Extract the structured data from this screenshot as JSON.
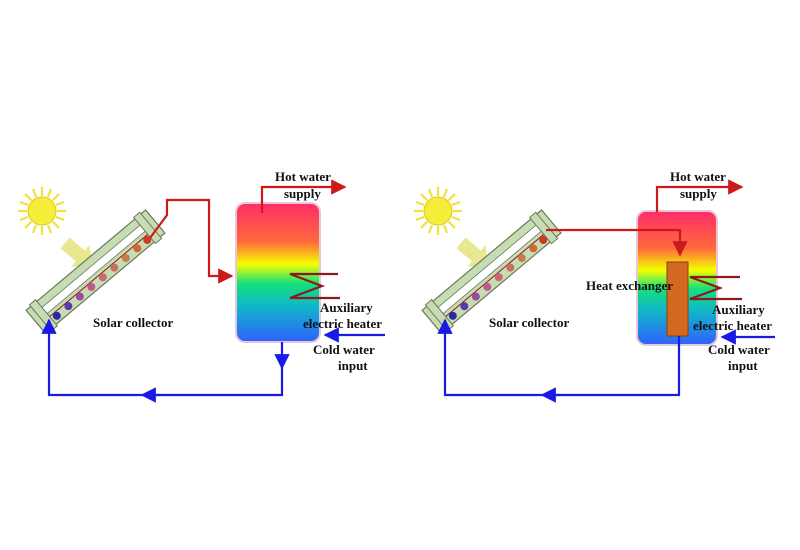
{
  "colors": {
    "hot_pipe": "#cc1a1a",
    "cold_pipe": "#1a1ae6",
    "collector_frame": "#c8dcb4",
    "heat_exchanger": "#d2691e",
    "heater_coil": "#8b1a1a",
    "sun": "#f0e040",
    "sun_arrow": "#e8e890"
  },
  "left": {
    "labels": {
      "hot_water": "Hot water",
      "supply": "supply",
      "auxiliary": "Auxiliary",
      "electric_heater": "electric heater",
      "solar_collector": "Solar collector",
      "cold_water": "Cold water",
      "input": "input"
    }
  },
  "right": {
    "labels": {
      "hot_water": "Hot water",
      "supply": "supply",
      "auxiliary": "Auxiliary",
      "electric_heater": "electric heater",
      "solar_collector": "Solar collector",
      "cold_water": "Cold water",
      "input": "input",
      "heat_exchanger": "Heat exchanger"
    }
  }
}
